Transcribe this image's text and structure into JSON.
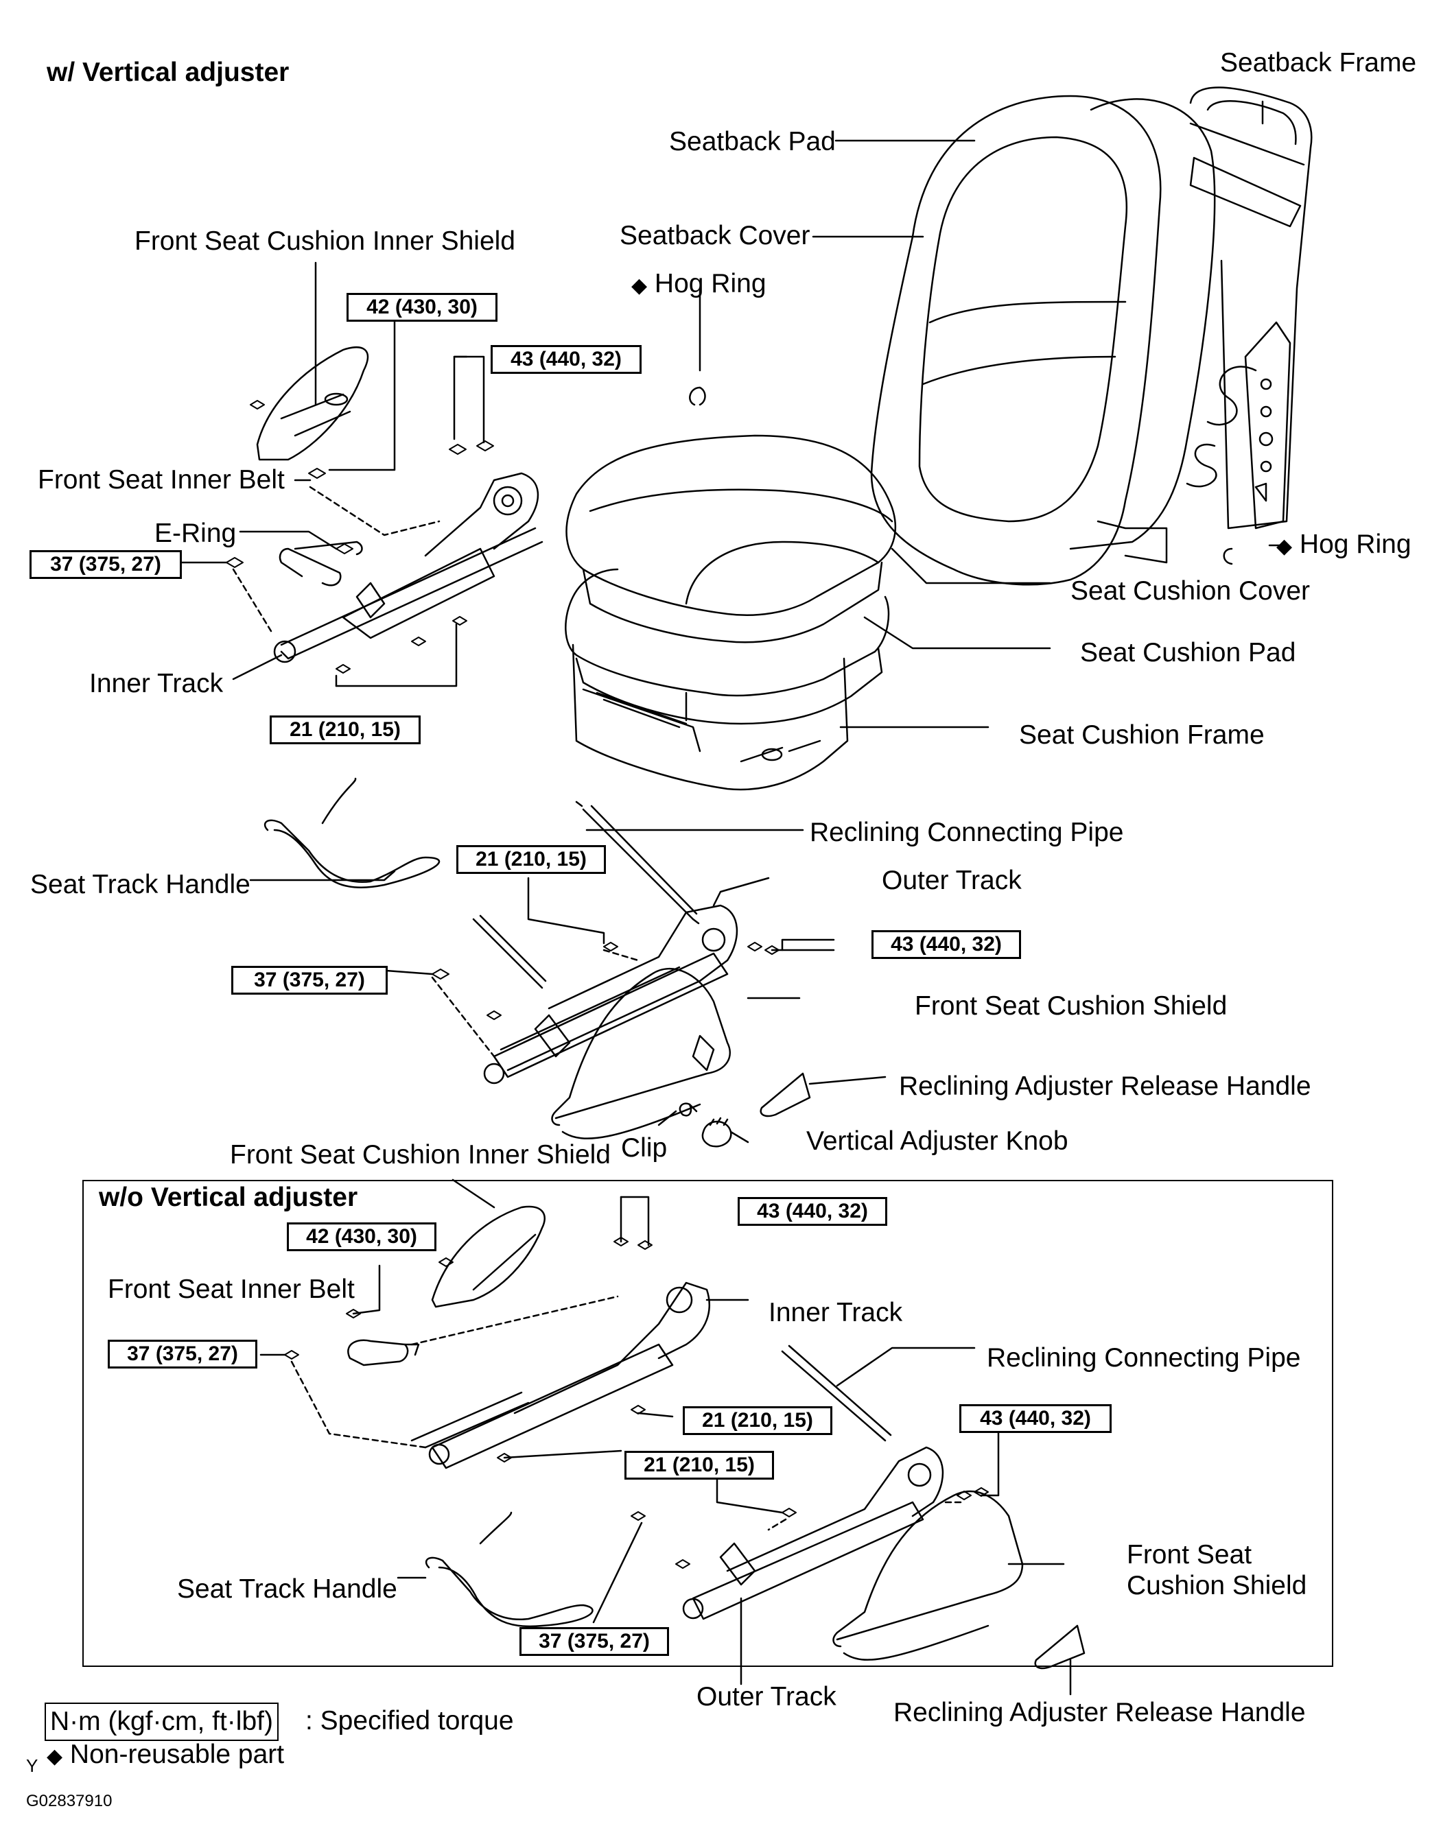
{
  "titles": {
    "with_adjuster": "w/ Vertical adjuster",
    "without_adjuster": "w/o Vertical adjuster"
  },
  "labels": {
    "seatback_frame": "Seatback Frame",
    "seatback_pad": "Seatback Pad",
    "seatback_cover": "Seatback Cover",
    "hog_ring_1": "Hog Ring",
    "hog_ring_2": "Hog Ring",
    "fsc_inner_shield_1": "Front Seat Cushion Inner Shield",
    "front_seat_inner_belt_1": "Front Seat Inner Belt",
    "e_ring": "E-Ring",
    "inner_track_1": "Inner Track",
    "seat_cushion_cover": "Seat Cushion Cover",
    "seat_cushion_pad": "Seat Cushion Pad",
    "seat_cushion_frame": "Seat Cushion Frame",
    "reclining_connecting_pipe_1": "Reclining Connecting Pipe",
    "seat_track_handle_1": "Seat Track Handle",
    "outer_track_1": "Outer Track",
    "front_seat_cushion_shield_1": "Front Seat Cushion Shield",
    "reclining_release_handle_1": "Reclining Adjuster Release Handle",
    "clip": "Clip",
    "vertical_adjuster_knob": "Vertical Adjuster Knob",
    "fsc_inner_shield_2": "Front Seat Cushion Inner Shield",
    "front_seat_inner_belt_2": "Front Seat Inner Belt",
    "inner_track_2": "Inner Track",
    "reclining_connecting_pipe_2": "Reclining Connecting Pipe",
    "seat_track_handle_2": "Seat Track Handle",
    "front_seat_cushion_shield_2a": "Front Seat",
    "front_seat_cushion_shield_2b": "Cushion Shield",
    "outer_track_2": "Outer Track",
    "reclining_release_handle_2": "Reclining Adjuster Release Handle"
  },
  "torques": {
    "t1": "42 (430, 30)",
    "t2": "43 (440, 32)",
    "t3": "37 (375, 27)",
    "t4": "21 (210, 15)",
    "t5": "21 (210, 15)",
    "t6": "43 (440, 32)",
    "t7": "37 (375, 27)",
    "t8": "43 (440, 32)",
    "t9": "42 (430, 30)",
    "t10": "37 (375, 27)",
    "t11": "21 (210, 15)",
    "t12": "21 (210, 15)",
    "t13": "43 (440, 32)",
    "t14": "37 (375, 27)"
  },
  "legend": {
    "torque_unit": "N·m (kgf·cm, ft·lbf)",
    "torque_desc": ": Specified torque",
    "nonreusable_symbol": "◆",
    "nonreusable_desc": "Non-reusable part",
    "hog_symbol": "◆"
  },
  "footer": {
    "letter": "Y",
    "code": "G02837910"
  }
}
